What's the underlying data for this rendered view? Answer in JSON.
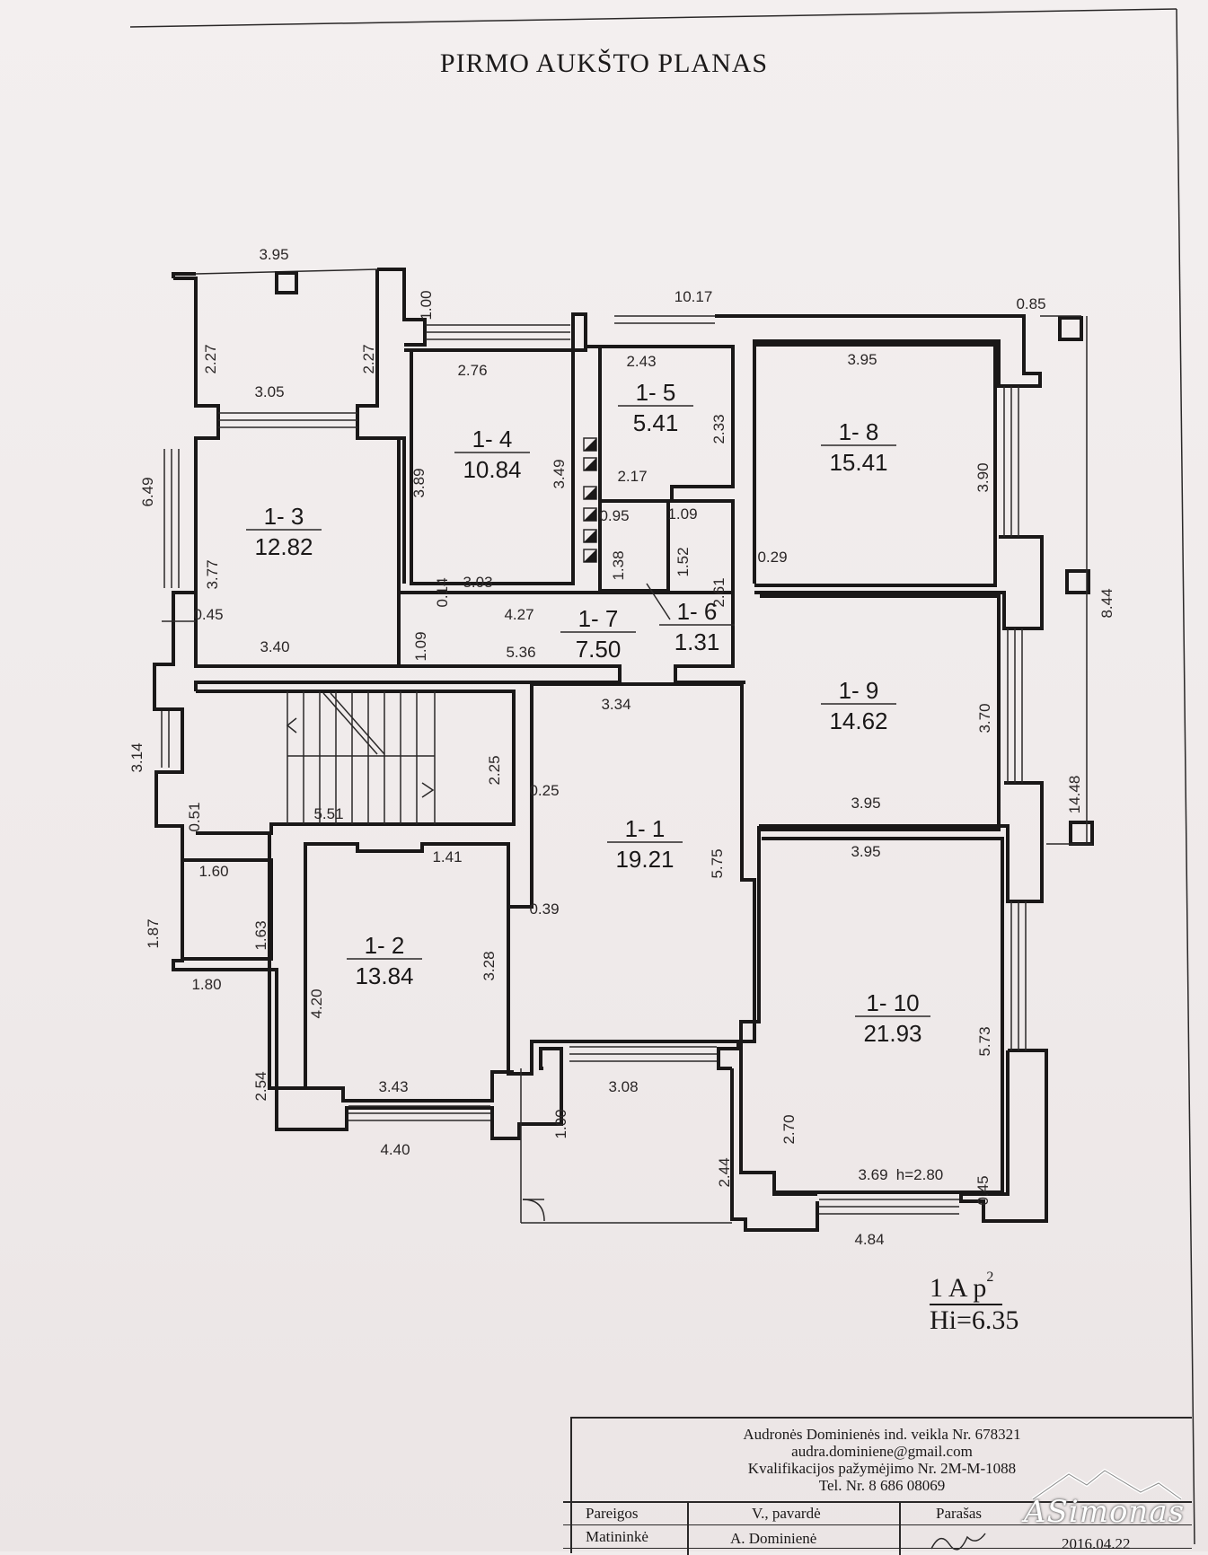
{
  "title": "PIRMO AUKŠTO PLANAS",
  "rooms": [
    {
      "id": "1- 1",
      "area": "19.21"
    },
    {
      "id": "1- 2",
      "area": "13.84"
    },
    {
      "id": "1- 3",
      "area": "12.82"
    },
    {
      "id": "1- 4",
      "area": "10.84"
    },
    {
      "id": "1- 5",
      "area": "5.41"
    },
    {
      "id": "1- 6",
      "area": "1.31"
    },
    {
      "id": "1- 7",
      "area": "7.50"
    },
    {
      "id": "1- 8",
      "area": "15.41"
    },
    {
      "id": "1- 9",
      "area": "14.62"
    },
    {
      "id": "1- 10",
      "area": "21.93"
    }
  ],
  "dimensions": [
    "3.95",
    "2.27",
    "2.27",
    "1.00",
    "3.05",
    "6.49",
    "10.17",
    "0.85",
    "2.43",
    "2.76",
    "2.33",
    "3.95",
    "3.89",
    "3.49",
    "2.17",
    "3.90",
    "3.77",
    "0.95",
    "1.09",
    "1.38",
    "1.52",
    "2.61",
    "0.29",
    "8.44",
    "0.14",
    "3.03",
    "4.27",
    "0.45",
    "1.09",
    "3.40",
    "5.36",
    "3.34",
    "3.70",
    "3.14",
    "2.25",
    "0.51",
    "0.25",
    "5.51",
    "3.95",
    "14.48",
    "1.60",
    "1.41",
    "3.95",
    "1.87",
    "1.63",
    "0.39",
    "5.75",
    "4.20",
    "3.28",
    "1.80",
    "5.73",
    "2.54",
    "3.43",
    "1.00",
    "3.08",
    "2.70",
    "2.44",
    "4.40",
    "3.69",
    "h=2.80",
    "0.45",
    "4.84"
  ],
  "summary": {
    "line1": "1 A p",
    "superscript": "2",
    "line2": "Hi=6.35"
  },
  "stamp": {
    "company": "Audronės Dominienės ind. veikla Nr. 678321",
    "email": "audra.dominiene@gmail.com",
    "license": "Kvalifikacijos pažymėjimo Nr. 2M-M-1088",
    "phone": "Tel. Nr. 8 686 08069",
    "col_role": "Pareigos",
    "col_name": "V., pavardė",
    "col_sign": "Parašas",
    "role": "Matininkė",
    "name": "A. Dominienė",
    "date": "2016.04.22"
  },
  "logo": {
    "text": "ASimonas"
  }
}
